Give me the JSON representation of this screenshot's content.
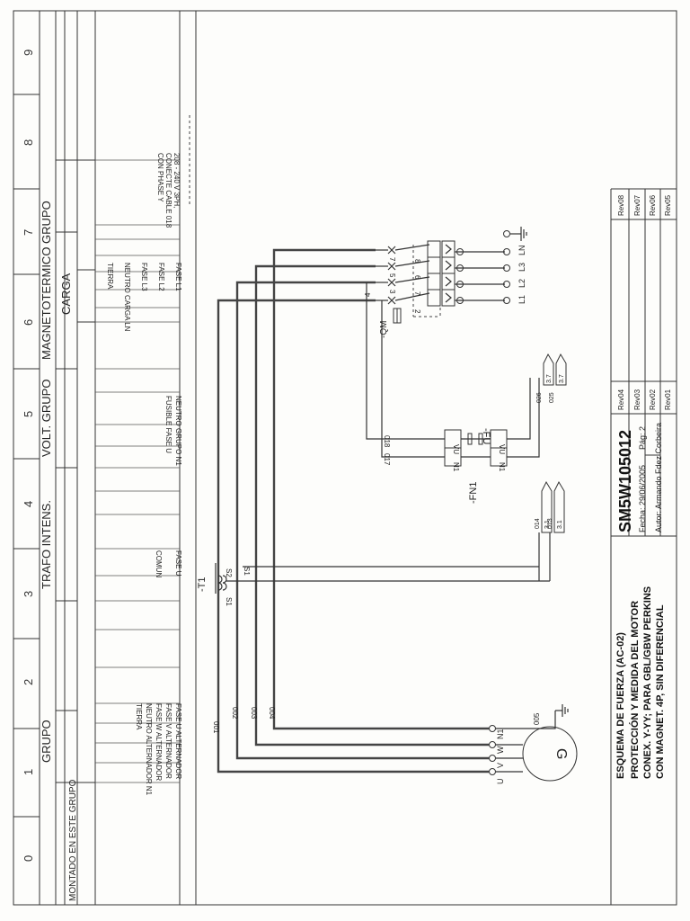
{
  "zones": [
    "0",
    "1",
    "2",
    "3",
    "4",
    "5",
    "6",
    "7",
    "8",
    "9"
  ],
  "header": {
    "mounted": "MONTADO EN ESTE GRUPO",
    "grupo": "GRUPO",
    "trafo": "TRAFO INTENS.",
    "volt": "VOLT. GRUPO",
    "magneto": "MAGNETOTERMICO GRUPO",
    "carga": "CARGA"
  },
  "signals": {
    "fase_u_alt": "FASE U ALTERNADOR",
    "fase_v_alt": "FASE V ALTERNADOR",
    "fase_w_alt": "FASE W ALTERNADOR",
    "neutro_alt": "NEUTRO ALTERNADOR N1",
    "tierra1": "TIERRA",
    "fase_u": "FASE U",
    "comun": "COMUN",
    "neutro_grupo": "NEUTRO GRUPO N1",
    "fusible": "FUSIBLE FASE U",
    "fase_l1": "FASE L1",
    "fase_l2": "FASE L2",
    "fase_l3": "FASE L3",
    "neutro_carga": "NEUTRO CARGA LN",
    "tierra2": "TIERRA",
    "note1": "208 - 240 V 3PH,",
    "note2": "CONECTE CABLE 018",
    "note3": "CON PHASE Y"
  },
  "components": {
    "gen_label": "G",
    "gen_u": "U",
    "gen_v": "V",
    "gen_w": "W",
    "gen_n1": "N1",
    "gen_005": "005",
    "wire_001": "001",
    "wire_002": "002",
    "wire_003": "003",
    "wire_004": "004",
    "t1": "-T1",
    "s1a": "S1",
    "s2": "S2",
    "s1b": "S1",
    "fn1": "-FN1",
    "fu": "-FU",
    "n1a": "N1",
    "vu_a": "VU",
    "n1b": "N1",
    "vu_b": "VU",
    "w017": "017",
    "w018": "018",
    "qm": "-QM",
    "p2": "2",
    "p3": "3",
    "p4": "4",
    "p5": "5",
    "p6": "6",
    "p7": "7",
    "p8": "8",
    "l1": "L1",
    "l2": "L2",
    "l3": "L3",
    "lnn": "LN"
  },
  "refs": {
    "r013": "013",
    "r013v": "3.1",
    "r014": "014",
    "r014v": "3.1",
    "r025": "025",
    "r025v": "3.7",
    "r026": "026",
    "r026v": "3.7"
  },
  "title": {
    "line1": "ESQUEMA DE FUERZA (AC-02)",
    "line2": "PROTECCIÓN Y MEDIDA DEL MOTOR",
    "line3": "CONEX. Y-YY; PARA GBL/GBW PERKINS",
    "line4": "CON MAGNET. 4P, SIN DIFERENCIAL",
    "code": "SM5W105012",
    "fecha": "Fecha: 29/06/2005",
    "pag": "Pág: 2",
    "autor": "Autor: Armando Fdez Corbeira",
    "rev": [
      "Rev08",
      "Rev07",
      "Rev06",
      "Rev05",
      "Rev04",
      "Rev03",
      "Rev02",
      "Rev01"
    ]
  }
}
